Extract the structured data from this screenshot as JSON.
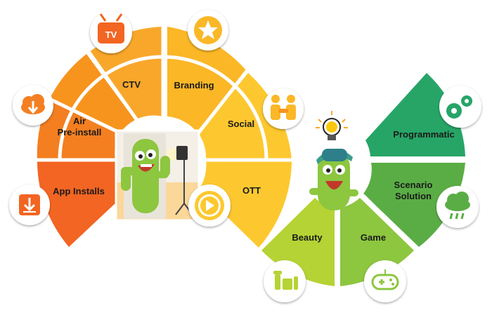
{
  "diagram": {
    "left_wheel": {
      "segments": [
        {
          "label": "App Installs",
          "color": "#f26522",
          "icon": "download-box-icon"
        },
        {
          "label": "Air\nPre-install",
          "color": "#f47f20",
          "icon": "cloud-download-icon"
        },
        {
          "label": "CTV",
          "color": "#f7941d",
          "icon": "tv-icon"
        },
        {
          "label": "Branding",
          "color": "#f9a72b",
          "icon": "star-icon"
        },
        {
          "label": "Social",
          "color": "#fbb726",
          "icon": "handshake-icon"
        },
        {
          "label": "OTT",
          "color": "#fdc82f",
          "icon": "play-icon"
        }
      ]
    },
    "right_wheel": {
      "segments": [
        {
          "label": "Beauty",
          "color": "#b5d334",
          "icon": "cosmetics-icon"
        },
        {
          "label": "Game",
          "color": "#8dc63f",
          "icon": "gamepad-icon"
        },
        {
          "label": "Scenario\nSolution",
          "color": "#5aad45",
          "icon": "rain-cloud-icon"
        },
        {
          "label": "Programmatic",
          "color": "#27a567",
          "icon": "gears-icon"
        }
      ]
    },
    "mascots": [
      {
        "name": "cactus-mascot",
        "color": "#8dc63f"
      },
      {
        "name": "pickle-mascot",
        "color": "#8dc63f"
      }
    ],
    "center_icon": "lightbulb-icon"
  }
}
